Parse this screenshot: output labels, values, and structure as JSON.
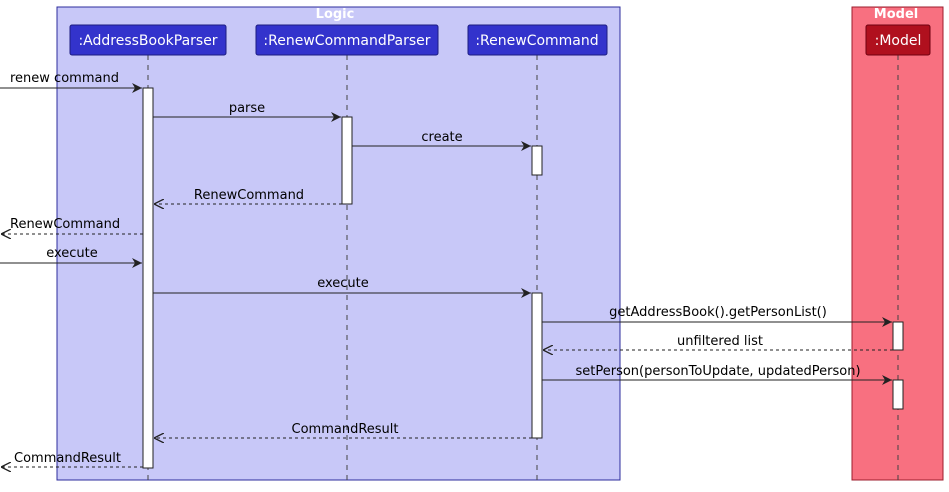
{
  "boxes": {
    "logic": {
      "title": "Logic",
      "fill": "#c8c8f8",
      "stroke": "#2c2c9c"
    },
    "model": {
      "title": "Model",
      "fill": "#f87080",
      "stroke": "#9c1c2c"
    }
  },
  "participants": {
    "address_book_parser": {
      "label": ":AddressBookParser",
      "color": "#3333cc"
    },
    "renew_command_parser": {
      "label": ":RenewCommandParser",
      "color": "#3333cc"
    },
    "renew_command": {
      "label": ":RenewCommand",
      "color": "#3333cc"
    },
    "model": {
      "label": ":Model",
      "color": "#b0101e"
    }
  },
  "messages": {
    "m1": "renew command",
    "m2": "parse",
    "m3": "create",
    "m4": "RenewCommand",
    "m5": "RenewCommand",
    "m6": "execute",
    "m7": "execute",
    "m8": "getAddressBook().getPersonList()",
    "m9": "unfiltered list",
    "m10": "setPerson(personToUpdate, updatedPerson)",
    "m11": "CommandResult",
    "m12": "CommandResult"
  }
}
